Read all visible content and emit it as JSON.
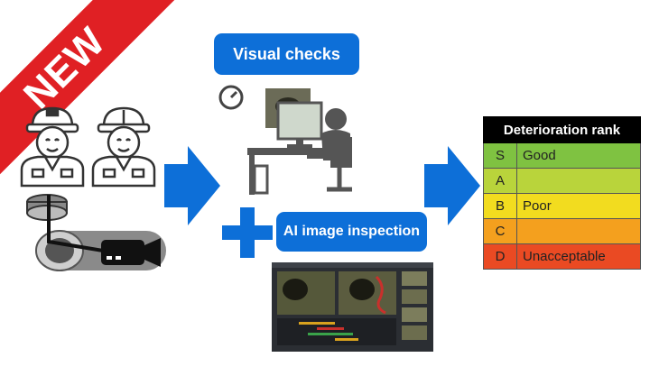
{
  "badge": {
    "text": "NEW"
  },
  "visual_checks": {
    "label": "Visual checks"
  },
  "ai_inspection": {
    "label": "AI image inspection"
  },
  "rank_table": {
    "title": "Deterioration rank",
    "rows": [
      {
        "code": "S",
        "label": "Good",
        "color": "#7fc241"
      },
      {
        "code": "A",
        "label": "",
        "color": "#b9d43b"
      },
      {
        "code": "B",
        "label": "Poor",
        "color": "#f2dc1f"
      },
      {
        "code": "C",
        "label": "",
        "color": "#f4a01e"
      },
      {
        "code": "D",
        "label": "Unacceptable",
        "color": "#ea4a23"
      }
    ]
  },
  "colors": {
    "accent": "#0d6fd8",
    "badge": "#e02024"
  },
  "icons": [
    "workers-icon",
    "pipe-camera-icon",
    "gauge-icon",
    "desk-worker-icon",
    "software-screenshot",
    "arrow-right-icon",
    "plus-icon"
  ]
}
